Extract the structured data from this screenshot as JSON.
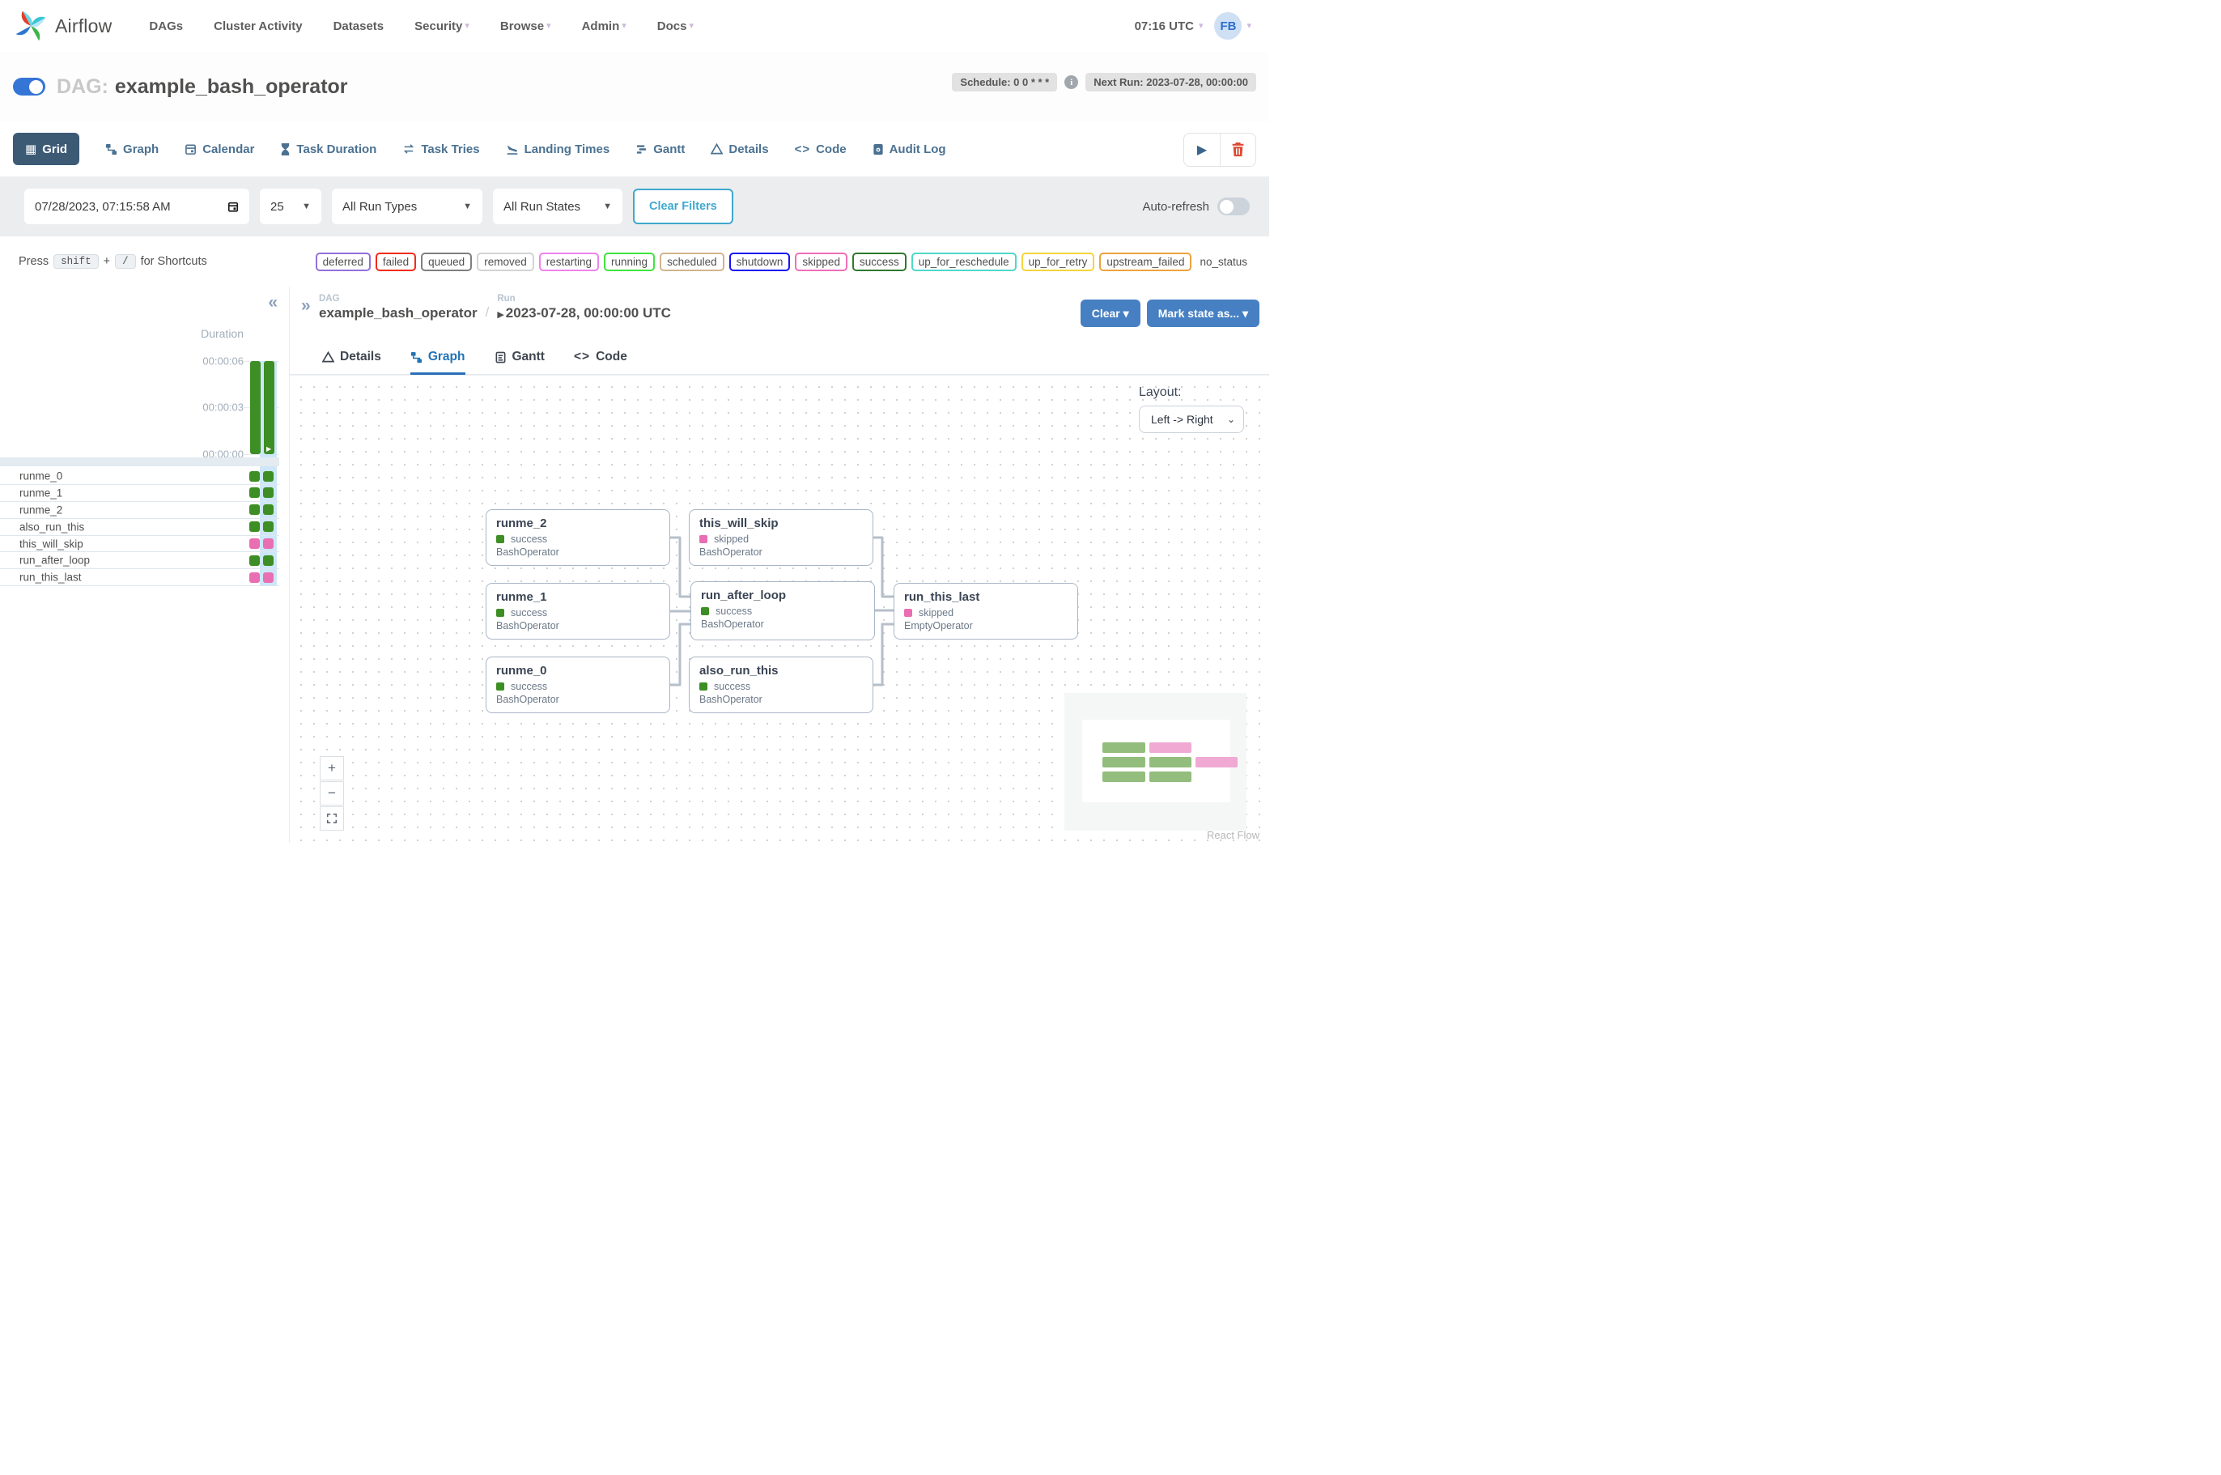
{
  "nav": {
    "brand": "Airflow",
    "items": [
      {
        "label": "DAGs",
        "has_menu": false
      },
      {
        "label": "Cluster Activity",
        "has_menu": false
      },
      {
        "label": "Datasets",
        "has_menu": false
      },
      {
        "label": "Security",
        "has_menu": true
      },
      {
        "label": "Browse",
        "has_menu": true
      },
      {
        "label": "Admin",
        "has_menu": true
      },
      {
        "label": "Docs",
        "has_menu": true
      }
    ],
    "time": "07:16 UTC",
    "user_initials": "FB"
  },
  "dag_header": {
    "label": "DAG:",
    "title": "example_bash_operator",
    "schedule_badge": "Schedule: 0 0 * * *",
    "next_run_badge": "Next Run: 2023-07-28, 00:00:00",
    "toggle_on": true
  },
  "view_tabs": [
    {
      "label": "Grid",
      "active": true
    },
    {
      "label": "Graph",
      "active": false
    },
    {
      "label": "Calendar",
      "active": false
    },
    {
      "label": "Task Duration",
      "active": false
    },
    {
      "label": "Task Tries",
      "active": false
    },
    {
      "label": "Landing Times",
      "active": false
    },
    {
      "label": "Gantt",
      "active": false
    },
    {
      "label": "Details",
      "active": false
    },
    {
      "label": "Code",
      "active": false
    },
    {
      "label": "Audit Log",
      "active": false
    }
  ],
  "filters": {
    "date_value": "07/28/2023, 07:15:58 AM",
    "page_size": "25",
    "run_types": "All Run Types",
    "run_states": "All Run States",
    "clear_label": "Clear Filters",
    "auto_refresh_label": "Auto-refresh",
    "auto_refresh_on": false
  },
  "shortcuts": {
    "prefix": "Press",
    "key1": "shift",
    "joiner": "+",
    "key2": "/",
    "suffix": "for Shortcuts"
  },
  "legend": [
    {
      "label": "deferred",
      "state": "deferred",
      "color": "#9370db"
    },
    {
      "label": "failed",
      "state": "failed",
      "color": "#f02c16"
    },
    {
      "label": "queued",
      "state": "queued",
      "color": "#7f7f7f"
    },
    {
      "label": "removed",
      "state": "removed",
      "color": "#d3d3d3"
    },
    {
      "label": "restarting",
      "state": "restarting",
      "color": "#ee82ee"
    },
    {
      "label": "running",
      "state": "running",
      "color": "#3fe43f"
    },
    {
      "label": "scheduled",
      "state": "scheduled",
      "color": "#d2b48c"
    },
    {
      "label": "shutdown",
      "state": "shutdown",
      "color": "#1a12f0"
    },
    {
      "label": "skipped",
      "state": "skipped",
      "color": "#f06eb7"
    },
    {
      "label": "success",
      "state": "success",
      "color": "#2d7a2d"
    },
    {
      "label": "up_for_reschedule",
      "state": "up_for_reschedule",
      "color": "#4fd8c9"
    },
    {
      "label": "up_for_retry",
      "state": "up_for_retry",
      "color": "#f2d53c"
    },
    {
      "label": "upstream_failed",
      "state": "upstream_failed",
      "color": "#eda33f"
    },
    {
      "label": "no_status",
      "state": "no_status",
      "color": "transparent"
    }
  ],
  "grid": {
    "collapse_glyph": "«",
    "duration_label": "Duration",
    "ticks": [
      "00:00:06",
      "00:00:03",
      "00:00:00"
    ],
    "runs": [
      {
        "duration_est": "00:00:06",
        "type": "scheduled",
        "state": "success",
        "selected": false
      },
      {
        "duration_est": "00:00:06",
        "type": "manual",
        "state": "success",
        "selected": true
      }
    ],
    "tasks": [
      {
        "name": "runme_0",
        "states": [
          "success",
          "success"
        ]
      },
      {
        "name": "runme_1",
        "states": [
          "success",
          "success"
        ]
      },
      {
        "name": "runme_2",
        "states": [
          "success",
          "success"
        ]
      },
      {
        "name": "also_run_this",
        "states": [
          "success",
          "success"
        ]
      },
      {
        "name": "this_will_skip",
        "states": [
          "skipped",
          "skipped"
        ]
      },
      {
        "name": "run_after_loop",
        "states": [
          "success",
          "success"
        ]
      },
      {
        "name": "run_this_last",
        "states": [
          "skipped",
          "skipped"
        ]
      }
    ]
  },
  "run_panel": {
    "expand_glyph": "»",
    "breadcrumb": {
      "dag_label": "DAG",
      "dag_value": "example_bash_operator",
      "separator": "/",
      "run_label": "Run",
      "run_play": "▶",
      "run_value": "2023-07-28, 00:00:00 UTC"
    },
    "actions": {
      "clear": "Clear",
      "mark_state": "Mark state as...",
      "caret": "▾"
    },
    "tabs": [
      {
        "label": "Details",
        "active": false
      },
      {
        "label": "Graph",
        "active": true
      },
      {
        "label": "Gantt",
        "active": false
      },
      {
        "label": "Code",
        "active": false
      }
    ],
    "layout": {
      "label": "Layout:",
      "value": "Left -> Right"
    },
    "attribution": "React Flow"
  },
  "graph": {
    "nodes": [
      {
        "title": "runme_2",
        "state": "success",
        "operator": "BashOperator"
      },
      {
        "title": "this_will_skip",
        "state": "skipped",
        "operator": "BashOperator"
      },
      {
        "title": "runme_1",
        "state": "success",
        "operator": "BashOperator"
      },
      {
        "title": "run_after_loop",
        "state": "success",
        "operator": "BashOperator"
      },
      {
        "title": "runme_0",
        "state": "success",
        "operator": "BashOperator"
      },
      {
        "title": "also_run_this",
        "state": "success",
        "operator": "BashOperator"
      },
      {
        "title": "run_this_last",
        "state": "skipped",
        "operator": "EmptyOperator"
      }
    ]
  },
  "colors": {
    "success_square": "#3d8e24",
    "skipped_square": "#e96fb2",
    "selected_run_highlight": "#cde7f8",
    "active_tab_bg": "#3d5a75",
    "action_button": "#4680c2",
    "clear_filters": "#3fa8cd",
    "node_border": "#a9b6c6",
    "edge": "#b6bfca",
    "minimap_green": "#93bd7c",
    "minimap_pink": "#f0a9d2"
  }
}
